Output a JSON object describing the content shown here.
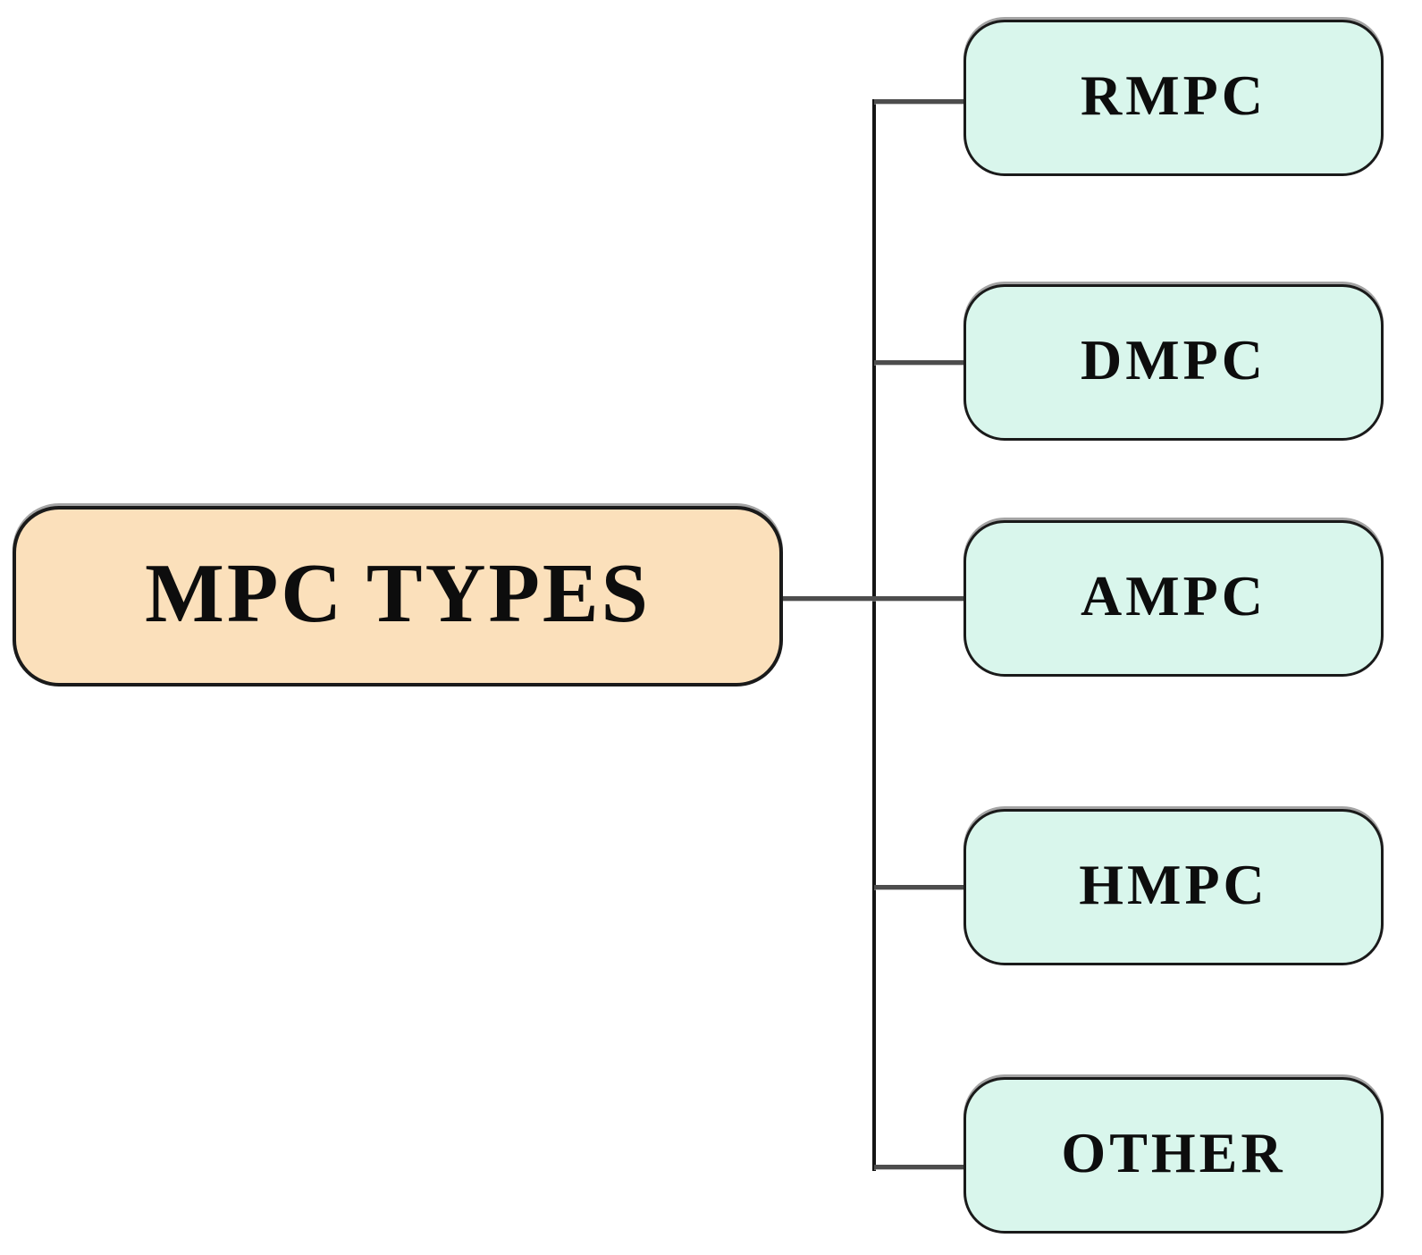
{
  "diagram": {
    "root": {
      "label": "MPC TYPES"
    },
    "children": [
      {
        "label": "RMPC"
      },
      {
        "label": "DMPC"
      },
      {
        "label": "AMPC"
      },
      {
        "label": "HMPC"
      },
      {
        "label": "OTHER"
      }
    ],
    "colors": {
      "root_fill": "#fbe0bb",
      "child_fill": "#d9f6ec",
      "node_border": "#1a1a1a",
      "connector": "#4d4d4d",
      "trunk": "#141414",
      "text": "#0d0d0d"
    }
  }
}
